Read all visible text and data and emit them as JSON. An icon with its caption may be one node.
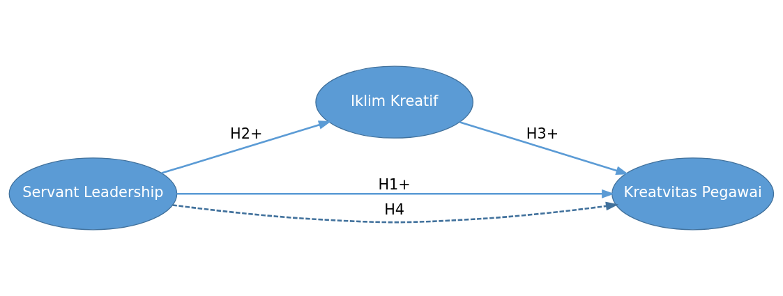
{
  "diagram": {
    "nodes": [
      {
        "text": [
          "Servant Leadership"
        ]
      },
      {
        "text": [
          "Iklim Kreatif"
        ]
      },
      {
        "text": [
          "Kreatvitas Pegawai"
        ]
      }
    ],
    "edges": [
      {
        "from": 0,
        "to": 1,
        "arrow": "to",
        "label": "H2+"
      },
      {
        "from": 1,
        "to": 2,
        "arrow": "to",
        "label": "H3+"
      },
      {
        "from": 0,
        "to": 2,
        "arrow": "to",
        "label": "H1+"
      },
      {
        "from": 0,
        "to": 2,
        "arrow": "to",
        "label": "H4",
        "style": "dashed",
        "color": "#41719c"
      }
    ]
  }
}
